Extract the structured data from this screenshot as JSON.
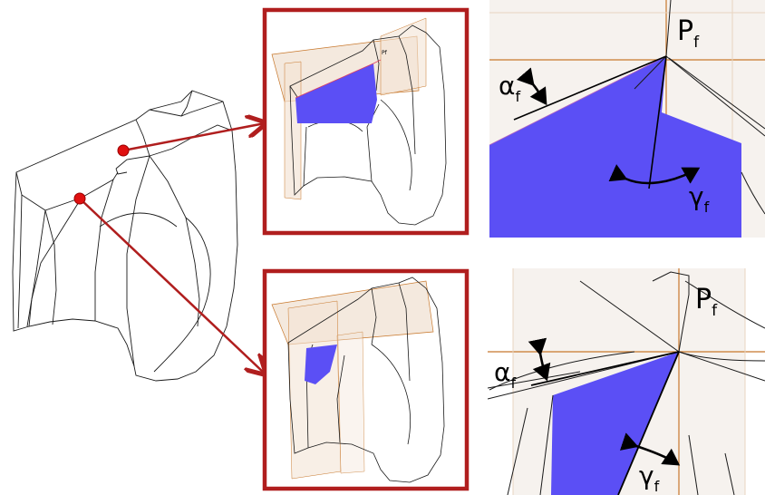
{
  "labels": {
    "top_plane": "P",
    "top_plane_sub": "f",
    "top_clearance": "α",
    "top_clearance_sub": "f",
    "top_rake": "γ",
    "top_rake_sub": "f",
    "bottom_plane": "P",
    "bottom_plane_sub": "f",
    "bottom_clearance": "α",
    "bottom_clearance_sub": "f",
    "bottom_rake": "γ",
    "bottom_rake_sub": "f"
  },
  "colors": {
    "frame": "#b01e1e",
    "arrow": "#b01e1e",
    "marker": "#e01010",
    "face": "#5b4ff5",
    "plane": "#f0e0d0",
    "plane_edge": "#c8782c",
    "zoom_bg": "#f6f2ee",
    "ink": "#1a1a1a"
  }
}
